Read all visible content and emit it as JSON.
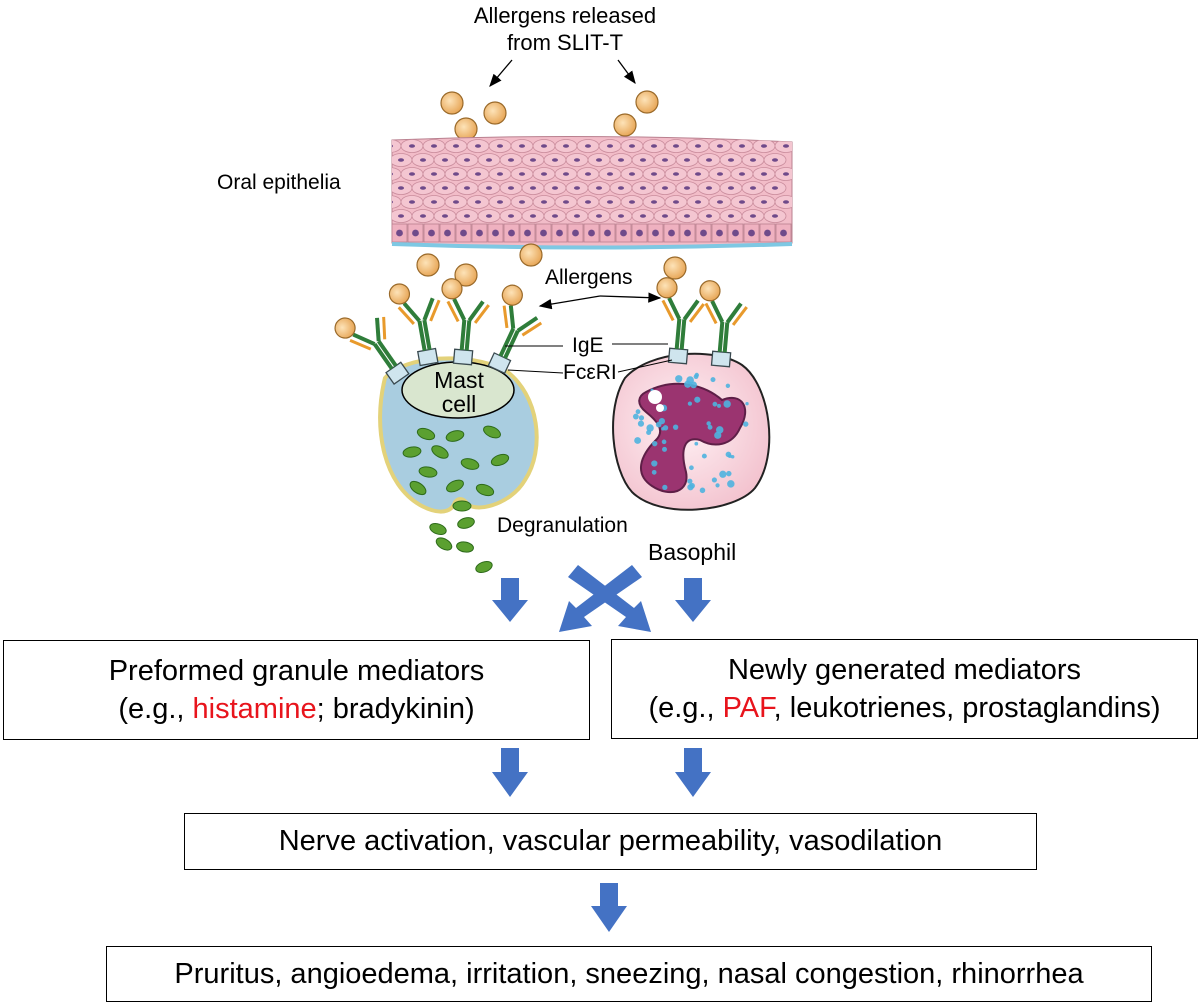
{
  "labels": {
    "allergens_released_1": "Allergens released",
    "allergens_released_2": "from SLIT-T",
    "oral_epithelia": "Oral epithelia",
    "allergens": "Allergens",
    "ige": "IgE",
    "fceri": "FcεRI",
    "mast_cell_1": "Mast",
    "mast_cell_2": "cell",
    "degranulation": "Degranulation",
    "basophil": "Basophil"
  },
  "boxes": {
    "preformed": {
      "title": "Preformed granule mediators",
      "prefix": "(e.g., ",
      "highlight": "histamine",
      "suffix": "; bradykinin)"
    },
    "newly": {
      "title": "Newly generated mediators",
      "prefix": "(e.g., ",
      "highlight": "PAF",
      "suffix": ", leukotrienes, prostaglandins)"
    },
    "effects": {
      "text": "Nerve activation, vascular permeability, vasodilation"
    },
    "symptoms": {
      "text": "Pruritus, angioedema, irritation, sneezing, nasal congestion, rhinorrhea"
    }
  },
  "colors": {
    "arrow_blue": "#4472c4",
    "highlight_red": "#e8141c",
    "epithelium_pink": "#f2bcc8",
    "epithelium_nucleus": "#6f4a8a",
    "mast_cell_fill": "#a9cde0",
    "mast_nucleus_fill": "#d9e6cf",
    "granule_green": "#5ba030",
    "allergen_fill": "#f5c98a",
    "ige_green": "#2f7d3a",
    "ige_orange": "#e89a2c",
    "basophil_fill": "#f8d7df",
    "basophil_nucleus": "#9b3470",
    "basophil_granule": "#4fb3df"
  }
}
